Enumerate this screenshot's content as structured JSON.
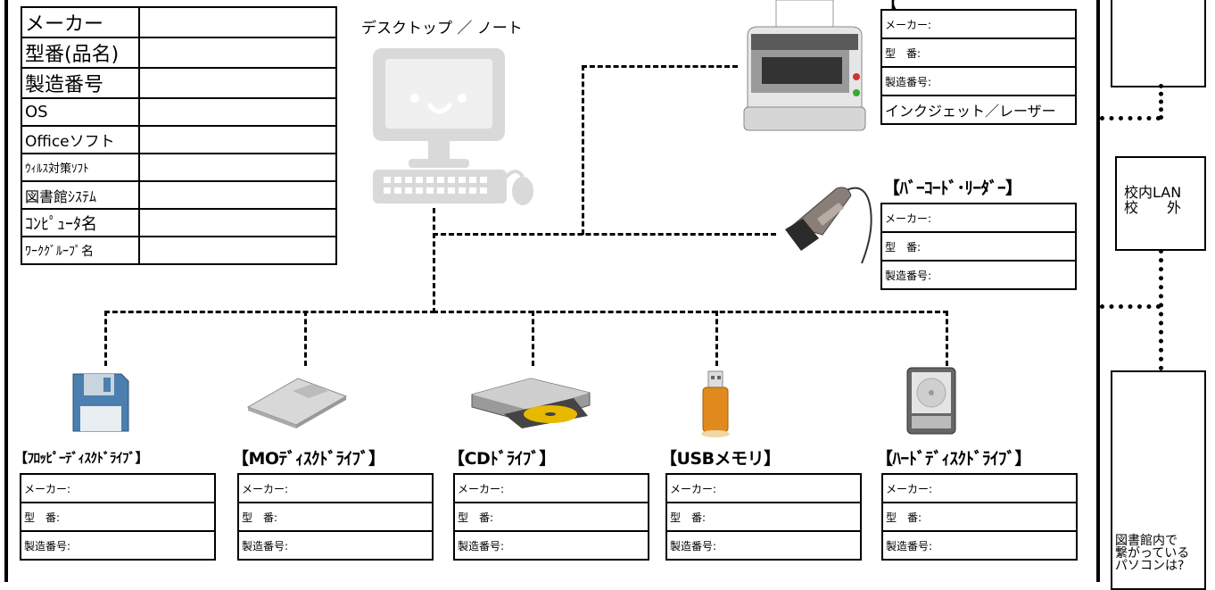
{
  "pc_table": [
    {
      "label": "メーカー",
      "size": 22
    },
    {
      "label": "型番(品名)",
      "size": 22
    },
    {
      "label": "製造番号",
      "size": 22
    },
    {
      "label": "OS",
      "size": 18
    },
    {
      "label": "Officeソフト",
      "size": 17
    },
    {
      "label": "ｳｨﾙｽ対策ｿﾌﾄ",
      "size": 13
    },
    {
      "label": "図書館ｼｽﾃﾑ",
      "size": 16
    },
    {
      "label": "ｺﾝﾋﾟｭｰﾀ名",
      "size": 18
    },
    {
      "label": "ﾜｰｸｸﾞﾙｰﾌﾟ名",
      "size": 14
    }
  ],
  "desktop_label": "デスクトップ ／ ノート",
  "printer": {
    "rows": [
      "メーカー:",
      "型　番:",
      "製造番号:",
      "インクジェット／レーザー"
    ]
  },
  "barcode": {
    "title": "【ﾊﾞｰｺｰﾄﾞ･ﾘｰﾀﾞｰ】",
    "rows": [
      "メーカー:",
      "型　番:",
      "製造番号:"
    ]
  },
  "devices": [
    {
      "title": "【ﾌﾛｯﾋﾟｰﾃﾞｨｽｸﾄﾞﾗｲﾌﾞ】",
      "rows": [
        "メーカー:",
        "型　番:",
        "製造番号:"
      ]
    },
    {
      "title": "【MOﾃﾞｨｽｸﾄﾞﾗｲﾌﾞ】",
      "rows": [
        "メーカー:",
        "型　番:",
        "製造番号:"
      ]
    },
    {
      "title": "【CDﾄﾞﾗｲﾌﾞ】",
      "rows": [
        "メーカー:",
        "型　番:",
        "製造番号:"
      ]
    },
    {
      "title": "【USBメモリ】",
      "rows": [
        "メーカー:",
        "型　番:",
        "製造番号:"
      ]
    },
    {
      "title": "【ﾊｰﾄﾞﾃﾞｨｽｸﾄﾞﾗｲﾌﾞ】",
      "rows": [
        "メーカー:",
        "型　番:",
        "製造番号:"
      ]
    }
  ],
  "lan_box": {
    "line1": "校内LAN",
    "line2": "校　　外"
  },
  "question": {
    "line1": "図書館内で",
    "line2": "繋がっている",
    "line3": "パソコンは?"
  },
  "colors": {
    "monitor": "#d9d9d9",
    "drive_orange": "#e08a1e",
    "floppy_blue": "#4a7fb0"
  }
}
